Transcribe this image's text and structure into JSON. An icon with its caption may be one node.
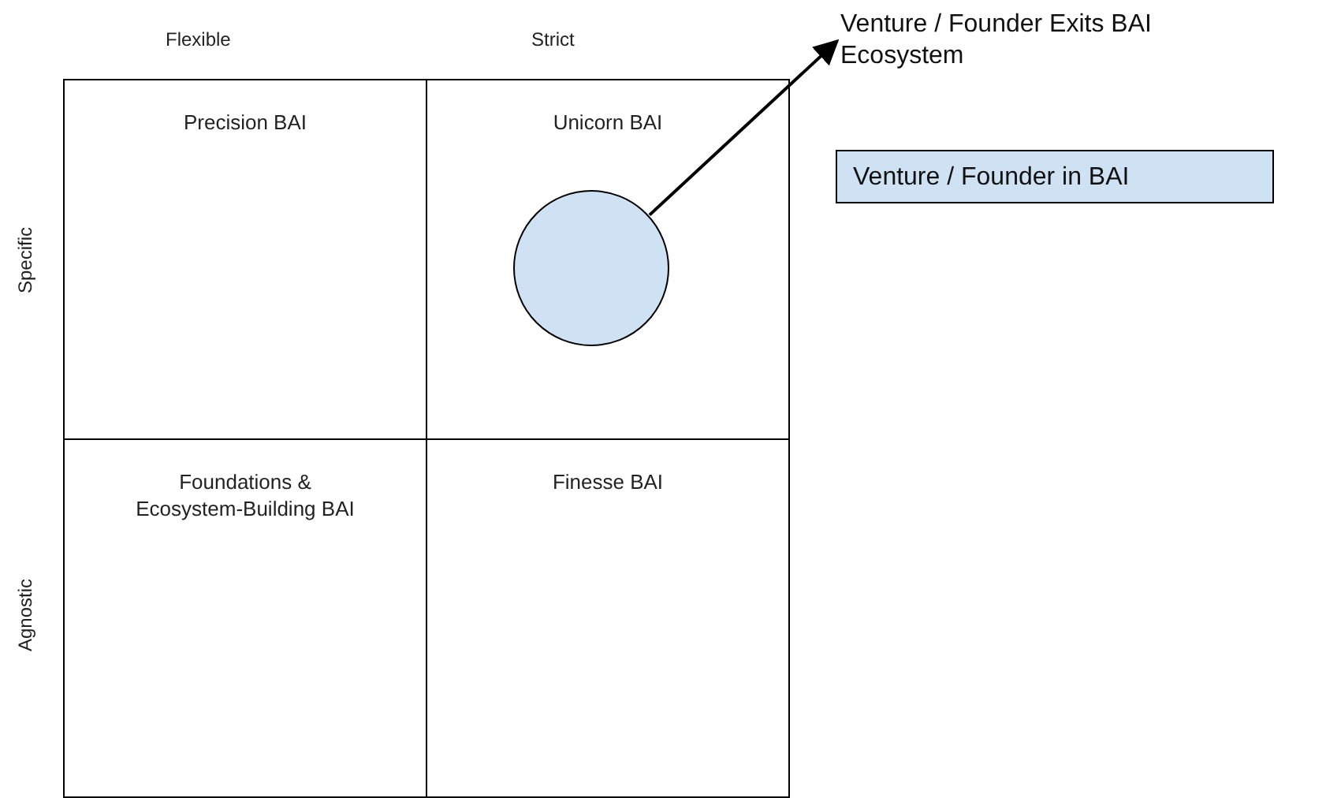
{
  "diagram": {
    "nodes": [
      {
        "text": [
          "Precision BAI"
        ]
      },
      {
        "text": [
          "Unicorn BAI"
        ]
      },
      {
        "text": [
          "Foundations & Ecosystem-Building BAI"
        ]
      },
      {
        "text": [
          "Finesse BAI"
        ]
      },
      {
        "text": [],
        "shape": "circle",
        "in": 1
      },
      {
        "text": [
          "Venture / Founder Exits BAI Ecosystem"
        ]
      }
    ],
    "edges": [
      {
        "from": 4,
        "to": 5,
        "arrow": "to"
      }
    ],
    "labels": [
      "Flexible",
      "Strict",
      "Specific",
      "Agnostic"
    ],
    "legend": [
      {
        "text": "Venture / Founder in BAI",
        "color": "#cfe2f3"
      }
    ]
  }
}
